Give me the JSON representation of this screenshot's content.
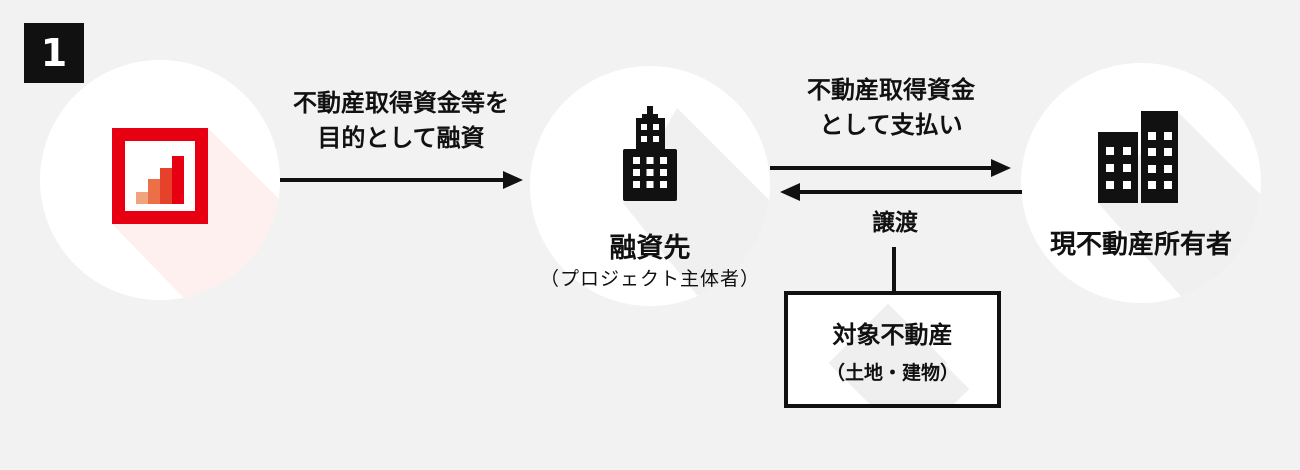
{
  "meta": {
    "background_color": "#f2f2f2",
    "ink_color": "#111111",
    "accent_red": "#e60012"
  },
  "step_badge": {
    "number": "1"
  },
  "lender_node": {
    "icon": "bar-chart-logo",
    "logo_frame_color": "#e60012",
    "logo_bar_colors": [
      "#f0a47e",
      "#ec6f48",
      "#e6412a",
      "#e60012"
    ]
  },
  "borrower_node": {
    "icon": "skyscraper-icon",
    "title": "融資先",
    "subtitle": "（プロジェクト主体者）"
  },
  "owner_node": {
    "icon": "buildings-icon",
    "title": "現不動産所有者"
  },
  "loan_arrow": {
    "direction": "right",
    "label_line1": "不動産取得資金等を",
    "label_line2": "目的として融資"
  },
  "payment_arrow": {
    "direction": "right",
    "label_line1": "不動産取得資金",
    "label_line2": "として支払い"
  },
  "transfer_arrow": {
    "direction": "left",
    "label": "譲渡"
  },
  "property_box": {
    "title": "対象不動産",
    "subtitle": "（土地・建物）"
  }
}
